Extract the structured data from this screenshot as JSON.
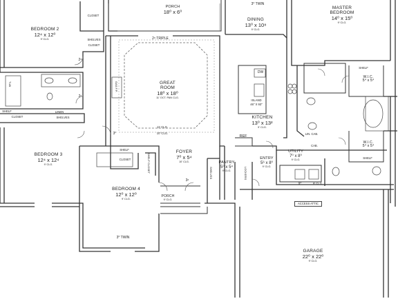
{
  "rooms": {
    "bedroom2": {
      "name": "BEDROOM 2",
      "dim": "12⁴ x 12⁰",
      "clg": "9' CLG."
    },
    "bedroom3": {
      "name": "BEDROOM 3",
      "dim": "12⁴ x 12⁴",
      "clg": "9' CLG."
    },
    "bedroom4": {
      "name": "BEDROOM 4",
      "dim": "12⁰ x 12⁰",
      "clg": "9' CLG."
    },
    "great_room": {
      "name": "GREAT ROOM",
      "dim": "18⁰ x 18⁰",
      "clg": "11' OCT. PAN CLG."
    },
    "dining": {
      "name": "DINING",
      "dim": "13⁰ x 10⁸",
      "clg": "9' CLG."
    },
    "master_bedroom": {
      "name": "MASTER BEDROOM",
      "dim": "14⁰ x 15⁰",
      "clg": "9' CLG."
    },
    "kitchen": {
      "name": "KITCHEN",
      "dim": "13⁰ x 13²",
      "clg": "9' CLG."
    },
    "foyer": {
      "name": "FOYER",
      "dim": "7⁰ x 5⁴",
      "clg": "10' CLG."
    },
    "pantry": {
      "name": "PANTRY",
      "dim": "5⁰ x 5⁴",
      "clg": "9' CLG."
    },
    "entry": {
      "name": "ENTRY",
      "dim": "5⁶ x 8⁰",
      "clg": "9' CLG."
    },
    "utility": {
      "name": "UTILITY",
      "dim": "7⁰ x 8⁰",
      "clg": "9' CLG."
    },
    "garage": {
      "name": "GARAGE",
      "dim": "22⁰ x 22⁰",
      "clg": "9' CLG."
    },
    "porch_top": {
      "name": "PORCH",
      "dim": "18⁰ x 6⁰",
      "clg": ""
    },
    "porch_front": {
      "name": "PORCH",
      "dim": "",
      "clg": "9' CLG."
    },
    "wic1": {
      "name": "W.I.C.",
      "dim": "5⁴ x 5⁴",
      "clg": ""
    },
    "wic2": {
      "name": "W.I.C.",
      "dim": "5⁴ x 5⁴",
      "clg": ""
    }
  },
  "labels": {
    "closet_top": "CLOSET",
    "shelves1": "SHELVES",
    "closet2": "CLOSET",
    "linen": "LINEN",
    "shelves2": "SHELVES",
    "shelf_closet_left": "SHELF",
    "closet_left": "CLOSET",
    "shelf_b4": "SHELF",
    "closet_b4": "CLOSET",
    "shelf_closet_v": "SHELF CLOSET",
    "gas_fp": "GAS F.P.",
    "dw": "DW",
    "island": "ISLAND",
    "island_dim": "46\" x 93\"",
    "ref": "REF",
    "shelf_master": "SHELF",
    "cab": "CAB.",
    "lin_cab": "LIN. CAB.",
    "shelf_wic2": "SHELF",
    "access_attic": "ACCESS ATTIC",
    "lockers": "LOCKERS",
    "shelves_pantry": "SHELVES",
    "clg_11": "11' CLG.",
    "clg_10": "10' CLG.",
    "tub_label": "TUB",
    "door_26_triple": "2⁶ TRIPLE",
    "door_30_twin_top": "3⁰ TWIN",
    "door_30_twin_b4": "3⁰ TWIN",
    "door_28": "2⁸",
    "door_26": "2⁶",
    "door_30": "3⁰",
    "door_36": "3⁶",
    "door_90": "9⁰",
    "clg_9": "9' CLG."
  }
}
